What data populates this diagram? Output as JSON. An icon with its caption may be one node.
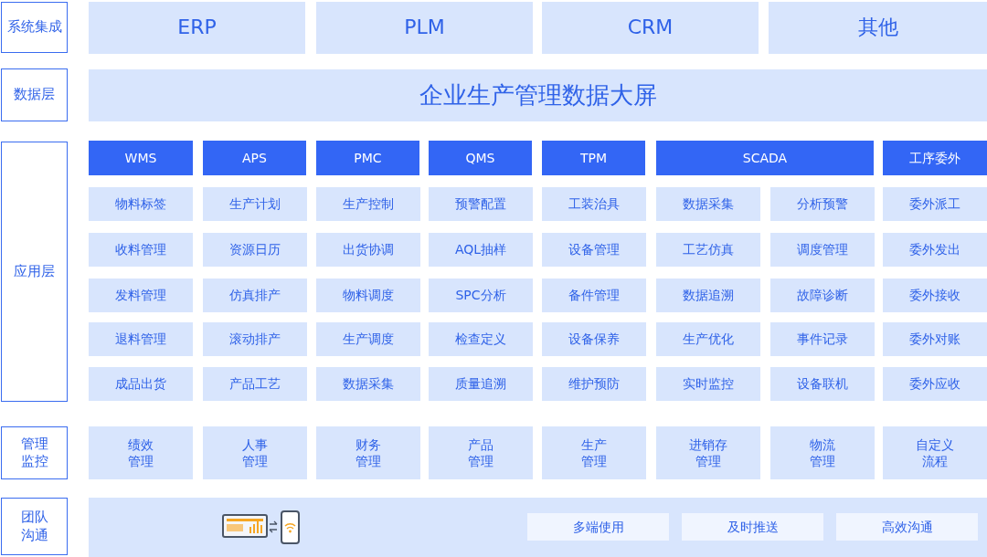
{
  "diagram": {
    "nodes": [
      {
        "text": [
          "系统集成"
        ]
      },
      {
        "text": [
          "ERP"
        ]
      },
      {
        "text": [
          "PLM"
        ]
      },
      {
        "text": [
          "CRM"
        ]
      },
      {
        "text": [
          "其他"
        ]
      },
      {
        "text": [
          "数据层"
        ]
      },
      {
        "text": [
          "企业生产管理数据大屏"
        ]
      },
      {
        "text": [
          "应用层"
        ]
      },
      {
        "text": [
          "WMS"
        ]
      },
      {
        "text": [
          "APS"
        ]
      },
      {
        "text": [
          "PMC"
        ]
      },
      {
        "text": [
          "QMS"
        ]
      },
      {
        "text": [
          "TPM"
        ]
      },
      {
        "text": [
          "SCADA"
        ]
      },
      {
        "text": [
          "工序委外"
        ]
      },
      {
        "text": [
          "物料标签"
        ]
      },
      {
        "text": [
          "生产计划"
        ]
      },
      {
        "text": [
          "生产控制"
        ]
      },
      {
        "text": [
          "预警配置"
        ]
      },
      {
        "text": [
          "工装治具"
        ]
      },
      {
        "text": [
          "数据采集"
        ]
      },
      {
        "text": [
          "分析预警"
        ]
      },
      {
        "text": [
          "委外派工"
        ]
      },
      {
        "text": [
          "收料管理"
        ]
      },
      {
        "text": [
          "资源日历"
        ]
      },
      {
        "text": [
          "出货协调"
        ]
      },
      {
        "text": [
          "AQL抽样"
        ]
      },
      {
        "text": [
          "设备管理"
        ]
      },
      {
        "text": [
          "工艺仿真"
        ]
      },
      {
        "text": [
          "调度管理"
        ]
      },
      {
        "text": [
          "委外发出"
        ]
      },
      {
        "text": [
          "发料管理"
        ]
      },
      {
        "text": [
          "仿真排产"
        ]
      },
      {
        "text": [
          "物料调度"
        ]
      },
      {
        "text": [
          "SPC分析"
        ]
      },
      {
        "text": [
          "备件管理"
        ]
      },
      {
        "text": [
          "数据追溯"
        ]
      },
      {
        "text": [
          "故障诊断"
        ]
      },
      {
        "text": [
          "委外接收"
        ]
      },
      {
        "text": [
          "退料管理"
        ]
      },
      {
        "text": [
          "滚动排产"
        ]
      },
      {
        "text": [
          "生产调度"
        ]
      },
      {
        "text": [
          "检查定义"
        ]
      },
      {
        "text": [
          "设备保养"
        ]
      },
      {
        "text": [
          "生产优化"
        ]
      },
      {
        "text": [
          "事件记录"
        ]
      },
      {
        "text": [
          "委外对账"
        ]
      },
      {
        "text": [
          "成品出货"
        ]
      },
      {
        "text": [
          "产品工艺"
        ]
      },
      {
        "text": [
          "数据采集"
        ]
      },
      {
        "text": [
          "质量追溯"
        ]
      },
      {
        "text": [
          "维护预防"
        ]
      },
      {
        "text": [
          "实时监控"
        ]
      },
      {
        "text": [
          "设备联机"
        ]
      },
      {
        "text": [
          "委外应收"
        ]
      },
      {
        "text": [
          "管理监控"
        ]
      },
      {
        "text": [
          "绩效管理"
        ]
      },
      {
        "text": [
          "人事管理"
        ]
      },
      {
        "text": [
          "财务管理"
        ]
      },
      {
        "text": [
          "产品管理"
        ]
      },
      {
        "text": [
          "生产管理"
        ]
      },
      {
        "text": [
          "进销存管理"
        ]
      },
      {
        "text": [
          "物流管理"
        ]
      },
      {
        "text": [
          "自定义流程"
        ]
      },
      {
        "text": [
          "团队沟通"
        ]
      },
      {
        "text": [],
        "shape": "box"
      },
      {
        "text": [
          "多端使用"
        ],
        "in": 65
      },
      {
        "text": [
          "及时推送"
        ],
        "in": 65
      },
      {
        "text": [
          "高效沟通"
        ],
        "in": 65
      }
    ]
  }
}
